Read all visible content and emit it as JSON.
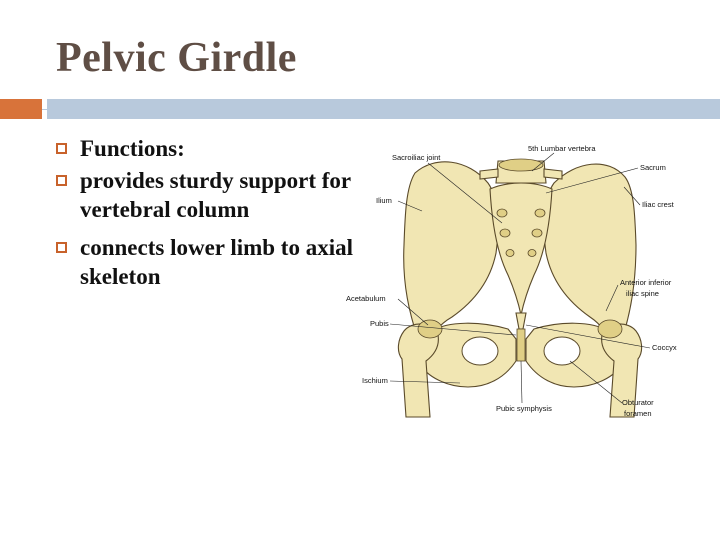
{
  "slide": {
    "title": "Pelvic Girdle",
    "bullets": [
      "Functions:",
      "provides sturdy support for vertebral column",
      "connects lower limb to axial skeleton"
    ],
    "accent_colors": {
      "orange": "#d8733a",
      "blue": "#b8c9dc",
      "title": "#5f4e45"
    }
  },
  "figure": {
    "labels": {
      "sacroiliac_joint": "Sacroiliac joint",
      "lumbar_vertebra": "5th Lumbar vertebra",
      "sacrum": "Sacrum",
      "ilium": "Ilium",
      "iliac_crest": "Iliac crest",
      "anterior_inferior_1": "Anterior inferior",
      "anterior_inferior_2": "iliac spine",
      "acetabulum": "Acetabulum",
      "pubis": "Pubis",
      "coccyx": "Coccyx",
      "ischium": "Ischium",
      "pubic_symphysis": "Pubic symphysis",
      "obturator_1": "Obturator",
      "obturator_2": "foramen"
    }
  }
}
